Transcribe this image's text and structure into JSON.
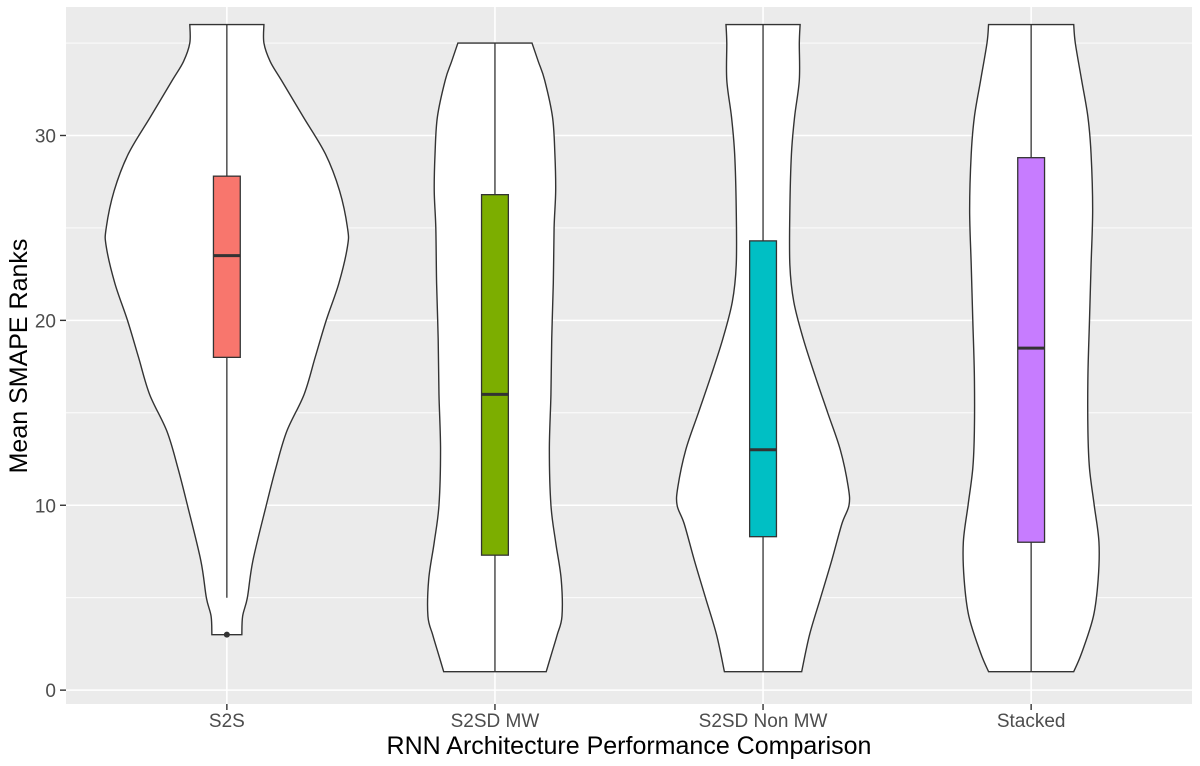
{
  "chart_data": {
    "type": "violin",
    "title": "",
    "xlabel": "RNN Architecture Performance Comparison",
    "ylabel": "Mean SMAPE Ranks",
    "ylim": [
      -0.75,
      36.95
    ],
    "yticks": [
      0,
      10,
      20,
      30
    ],
    "grid": true,
    "legend": "none",
    "categories": [
      "S2S",
      "S2SD MW",
      "S2SD Non MW",
      "Stacked"
    ],
    "series": [
      {
        "category": "S2S",
        "color": "#F8766D",
        "box": {
          "q1": 18.0,
          "median": 23.5,
          "q3": 27.8,
          "whisker_low": 5.0,
          "whisker_high": 36.0
        },
        "outliers": [
          3.0
        ],
        "violin_range": [
          3.0,
          36.0
        ],
        "violin_width": [
          [
            3,
            0.19
          ],
          [
            4,
            0.2
          ],
          [
            5,
            0.26
          ],
          [
            7,
            0.33
          ],
          [
            10,
            0.5
          ],
          [
            12,
            0.62
          ],
          [
            14,
            0.76
          ],
          [
            16,
            0.98
          ],
          [
            18,
            1.12
          ],
          [
            20,
            1.26
          ],
          [
            22,
            1.42
          ],
          [
            24,
            1.53
          ],
          [
            25,
            1.53
          ],
          [
            27,
            1.43
          ],
          [
            29,
            1.25
          ],
          [
            31,
            0.97
          ],
          [
            33,
            0.69
          ],
          [
            34,
            0.55
          ],
          [
            35,
            0.47
          ],
          [
            36,
            0.47
          ]
        ]
      },
      {
        "category": "S2SD MW",
        "color": "#7CAE00",
        "box": {
          "q1": 7.3,
          "median": 16.0,
          "q3": 26.8,
          "whisker_low": 1.0,
          "whisker_high": 35.0
        },
        "outliers": [],
        "violin_range": [
          1.0,
          35.0
        ],
        "violin_width": [
          [
            1,
            0.65
          ],
          [
            2,
            0.72
          ],
          [
            3,
            0.79
          ],
          [
            4,
            0.85
          ],
          [
            6,
            0.84
          ],
          [
            8,
            0.77
          ],
          [
            10,
            0.71
          ],
          [
            13,
            0.69
          ],
          [
            16,
            0.71
          ],
          [
            19,
            0.72
          ],
          [
            22,
            0.74
          ],
          [
            25,
            0.75
          ],
          [
            27,
            0.77
          ],
          [
            29,
            0.76
          ],
          [
            31,
            0.73
          ],
          [
            33,
            0.63
          ],
          [
            34,
            0.55
          ],
          [
            35,
            0.47
          ]
        ]
      },
      {
        "category": "S2SD Non MW",
        "color": "#00BFC4",
        "box": {
          "q1": 8.3,
          "median": 13.0,
          "q3": 24.3,
          "whisker_low": 1.0,
          "whisker_high": 36.0
        },
        "outliers": [],
        "violin_range": [
          1.0,
          36.0
        ],
        "violin_width": [
          [
            1,
            0.49
          ],
          [
            3,
            0.59
          ],
          [
            5,
            0.73
          ],
          [
            7,
            0.87
          ],
          [
            9,
            1.0
          ],
          [
            10,
            1.09
          ],
          [
            11,
            1.08
          ],
          [
            13,
            0.98
          ],
          [
            15,
            0.82
          ],
          [
            17,
            0.66
          ],
          [
            19,
            0.51
          ],
          [
            21,
            0.39
          ],
          [
            23,
            0.34
          ],
          [
            26,
            0.34
          ],
          [
            29,
            0.36
          ],
          [
            31,
            0.4
          ],
          [
            33,
            0.46
          ],
          [
            35,
            0.46
          ],
          [
            36,
            0.47
          ]
        ]
      },
      {
        "category": "Stacked",
        "color": "#C77CFF",
        "box": {
          "q1": 8.0,
          "median": 18.5,
          "q3": 28.8,
          "whisker_low": 1.0,
          "whisker_high": 36.0
        },
        "outliers": [],
        "violin_range": [
          1.0,
          36.0
        ],
        "violin_width": [
          [
            1,
            0.54
          ],
          [
            2,
            0.64
          ],
          [
            4,
            0.79
          ],
          [
            6,
            0.85
          ],
          [
            8,
            0.86
          ],
          [
            10,
            0.8
          ],
          [
            12,
            0.74
          ],
          [
            14,
            0.72
          ],
          [
            17,
            0.72
          ],
          [
            20,
            0.74
          ],
          [
            23,
            0.76
          ],
          [
            26,
            0.78
          ],
          [
            29,
            0.76
          ],
          [
            31,
            0.72
          ],
          [
            33,
            0.64
          ],
          [
            35,
            0.56
          ],
          [
            36,
            0.54
          ]
        ]
      }
    ]
  }
}
